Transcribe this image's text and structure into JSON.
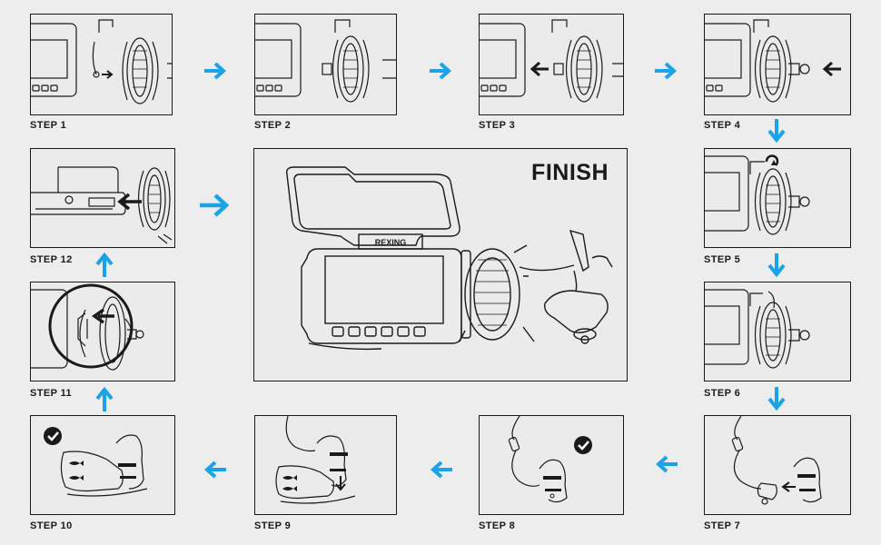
{
  "steps": [
    {
      "n": 1,
      "label": "STEP 1"
    },
    {
      "n": 2,
      "label": "STEP 2"
    },
    {
      "n": 3,
      "label": "STEP 3"
    },
    {
      "n": 4,
      "label": "STEP 4"
    },
    {
      "n": 5,
      "label": "STEP 5"
    },
    {
      "n": 6,
      "label": "STEP 6"
    },
    {
      "n": 7,
      "label": "STEP 7"
    },
    {
      "n": 8,
      "label": "STEP 8"
    },
    {
      "n": 9,
      "label": "STEP 9"
    },
    {
      "n": 10,
      "label": "STEP 10"
    },
    {
      "n": 11,
      "label": "STEP 11"
    },
    {
      "n": 12,
      "label": "STEP 12"
    }
  ],
  "finish": {
    "title": "FINISH",
    "brand": "REXING"
  },
  "colors": {
    "arrow": "#1aa3e8",
    "line": "#1a1a1a",
    "panel_bg": "#ebebeb",
    "page_bg": "#ededed"
  },
  "icons": [
    "step-flow-arrow-icon",
    "checkmark-icon",
    "fish-icon"
  ]
}
